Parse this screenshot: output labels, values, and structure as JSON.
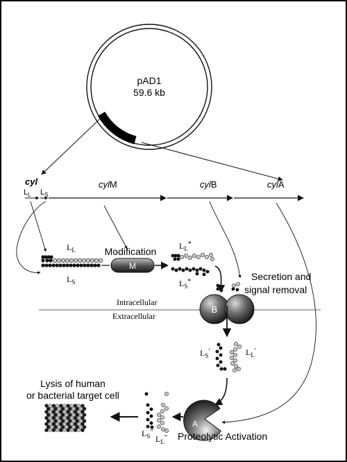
{
  "plasmid": {
    "name": "pAD1",
    "size": "59.6 kb"
  },
  "operon": {
    "cyl": "cyl",
    "L": "L",
    "L_sub": "L",
    "S": "L",
    "S_sub": "S",
    "genes": [
      {
        "prefix": "cyl",
        "suffix": "M"
      },
      {
        "prefix": "cyl",
        "suffix": "B"
      },
      {
        "prefix": "cyl",
        "suffix": "A"
      }
    ]
  },
  "peptides": {
    "LL": {
      "main": "L",
      "sub": "L"
    },
    "LS": {
      "main": "L",
      "sub": "S"
    },
    "LL_star": {
      "main": "L",
      "sub": "L",
      "mark": "*"
    },
    "LS_star": {
      "main": "L",
      "sub": "S",
      "mark": "*"
    },
    "LS_prime": {
      "main": "L",
      "sub": "S",
      "mark": "'"
    },
    "LL_prime": {
      "main": "L",
      "sub": "L",
      "mark": "'"
    },
    "LS_dprime": {
      "main": "L",
      "sub": "S",
      "mark": "\""
    },
    "LL_dprime": {
      "main": "L",
      "sub": "L",
      "mark": "\""
    }
  },
  "labels": {
    "modification": "Modification",
    "enzyme_M": "M",
    "enzyme_B": "B",
    "enzyme_A": "A",
    "secretion_line1": "Secretion and",
    "secretion_line2": "signal removal",
    "intracellular": "Intracellular",
    "extracellular": "Extracellular",
    "lysis_line1": "Lysis of human",
    "lysis_line2": "or bacterial target cell",
    "proteolytic": "Proteolytic Activation"
  }
}
